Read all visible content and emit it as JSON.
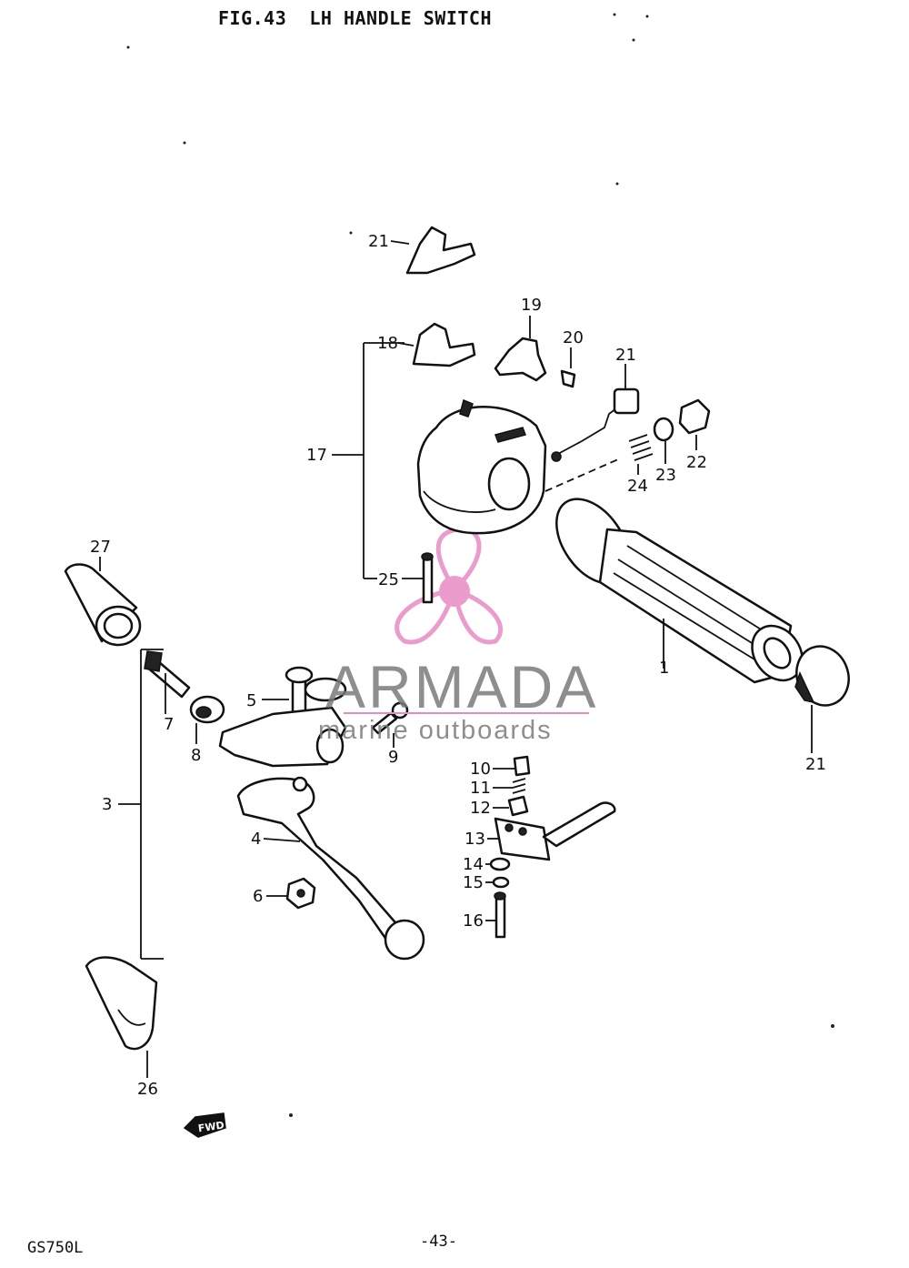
{
  "title": "FIG.43  LH HANDLE SWITCH",
  "footer": {
    "model": "GS750L",
    "page": "-43-"
  },
  "fwd_label": "FWD",
  "watermark": {
    "brand": "ARMADA",
    "tagline": "marine outboards",
    "brand_color": "#7a7a7a",
    "accent_color": "#e88ac4"
  },
  "callouts": [
    {
      "id": "c1",
      "text": "1"
    },
    {
      "id": "c3",
      "text": "3"
    },
    {
      "id": "c4",
      "text": "4"
    },
    {
      "id": "c5",
      "text": "5"
    },
    {
      "id": "c6",
      "text": "6"
    },
    {
      "id": "c7",
      "text": "7"
    },
    {
      "id": "c8",
      "text": "8"
    },
    {
      "id": "c9",
      "text": "9"
    },
    {
      "id": "c10",
      "text": "10"
    },
    {
      "id": "c11",
      "text": "11"
    },
    {
      "id": "c12",
      "text": "12"
    },
    {
      "id": "c13",
      "text": "13"
    },
    {
      "id": "c14",
      "text": "14"
    },
    {
      "id": "c15",
      "text": "15"
    },
    {
      "id": "c16",
      "text": "16"
    },
    {
      "id": "c17",
      "text": "17"
    },
    {
      "id": "c18",
      "text": "18"
    },
    {
      "id": "c19",
      "text": "19"
    },
    {
      "id": "c20",
      "text": "20"
    },
    {
      "id": "c21a",
      "text": "21"
    },
    {
      "id": "c21b",
      "text": "21"
    },
    {
      "id": "c21c",
      "text": "21"
    },
    {
      "id": "c22",
      "text": "22"
    },
    {
      "id": "c23",
      "text": "23"
    },
    {
      "id": "c24",
      "text": "24"
    },
    {
      "id": "c25",
      "text": "25"
    },
    {
      "id": "c26",
      "text": "26"
    },
    {
      "id": "c27",
      "text": "27"
    }
  ]
}
